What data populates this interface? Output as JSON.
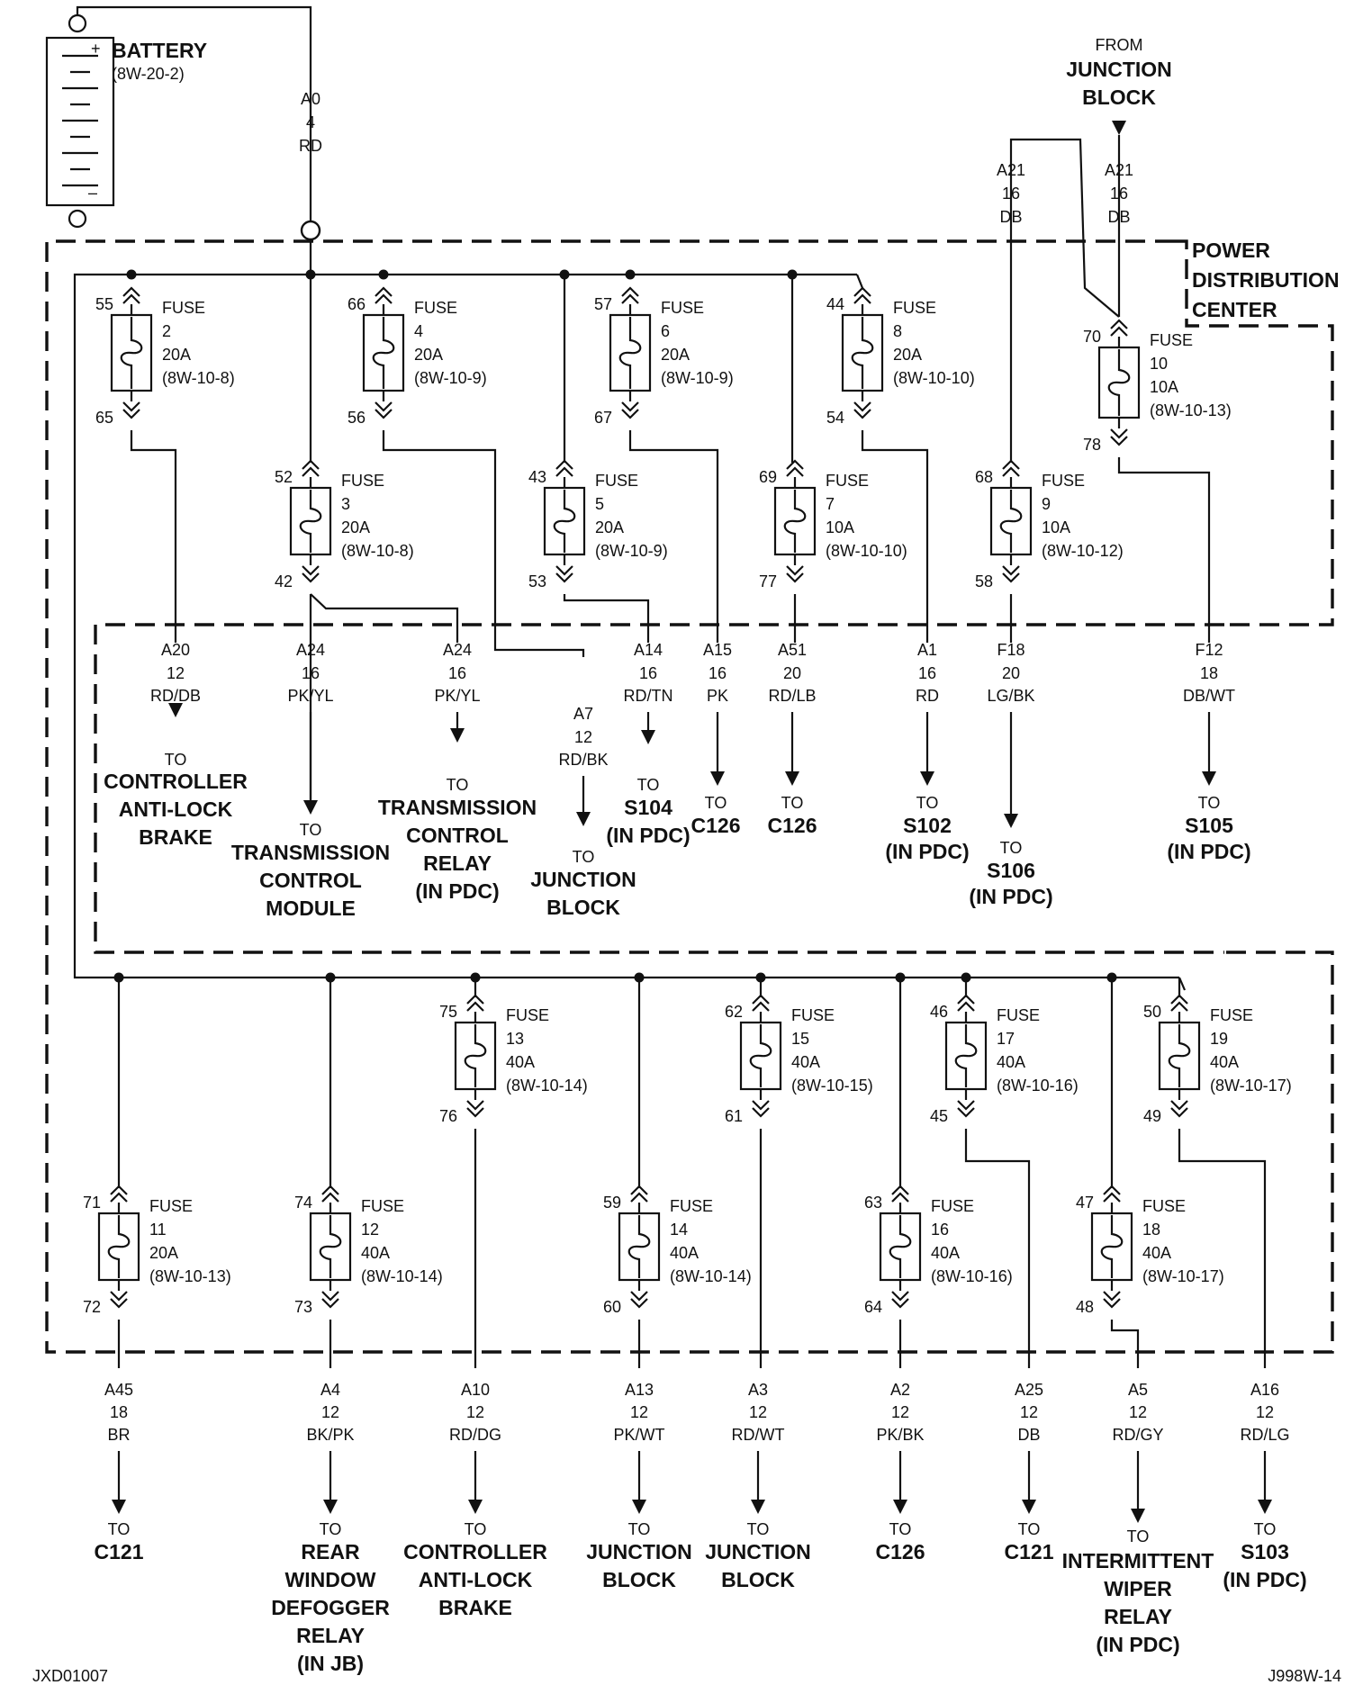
{
  "battery": {
    "title": "BATTERY",
    "ref": "(8W-20-2)",
    "plus": "+",
    "minus": "–"
  },
  "battery_wire": {
    "circuit": "A0",
    "gauge": "4",
    "color": "RD"
  },
  "pdc_label": [
    "POWER",
    "DISTRIBUTION",
    "CENTER"
  ],
  "from_jb": {
    "small": "FROM",
    "lines": [
      "JUNCTION",
      "BLOCK"
    ]
  },
  "feed_left": {
    "circuit": "A21",
    "gauge": "16",
    "color": "DB"
  },
  "feed_right": {
    "circuit": "A21",
    "gauge": "16",
    "color": "DB"
  },
  "fuses": [
    {
      "name": "FUSE",
      "num": "2",
      "amp": "20A",
      "ref": "(8W-10-8)",
      "top": "55",
      "bot": "65"
    },
    {
      "name": "FUSE",
      "num": "3",
      "amp": "20A",
      "ref": "(8W-10-8)",
      "top": "52",
      "bot": "42"
    },
    {
      "name": "FUSE",
      "num": "4",
      "amp": "20A",
      "ref": "(8W-10-9)",
      "top": "66",
      "bot": "56"
    },
    {
      "name": "FUSE",
      "num": "5",
      "amp": "20A",
      "ref": "(8W-10-9)",
      "top": "43",
      "bot": "53"
    },
    {
      "name": "FUSE",
      "num": "6",
      "amp": "20A",
      "ref": "(8W-10-9)",
      "top": "57",
      "bot": "67"
    },
    {
      "name": "FUSE",
      "num": "7",
      "amp": "10A",
      "ref": "(8W-10-10)",
      "top": "69",
      "bot": "77"
    },
    {
      "name": "FUSE",
      "num": "8",
      "amp": "20A",
      "ref": "(8W-10-10)",
      "top": "44",
      "bot": "54"
    },
    {
      "name": "FUSE",
      "num": "9",
      "amp": "10A",
      "ref": "(8W-10-12)",
      "top": "68",
      "bot": "58"
    },
    {
      "name": "FUSE",
      "num": "10",
      "amp": "10A",
      "ref": "(8W-10-13)",
      "top": "70",
      "bot": "78"
    },
    {
      "name": "FUSE",
      "num": "11",
      "amp": "20A",
      "ref": "(8W-10-13)",
      "top": "71",
      "bot": "72"
    },
    {
      "name": "FUSE",
      "num": "12",
      "amp": "40A",
      "ref": "(8W-10-14)",
      "top": "74",
      "bot": "73"
    },
    {
      "name": "FUSE",
      "num": "13",
      "amp": "40A",
      "ref": "(8W-10-14)",
      "top": "75",
      "bot": "76"
    },
    {
      "name": "FUSE",
      "num": "14",
      "amp": "40A",
      "ref": "(8W-10-14)",
      "top": "59",
      "bot": "60"
    },
    {
      "name": "FUSE",
      "num": "15",
      "amp": "40A",
      "ref": "(8W-10-15)",
      "top": "62",
      "bot": "61"
    },
    {
      "name": "FUSE",
      "num": "16",
      "amp": "40A",
      "ref": "(8W-10-16)",
      "top": "63",
      "bot": "64"
    },
    {
      "name": "FUSE",
      "num": "17",
      "amp": "40A",
      "ref": "(8W-10-16)",
      "top": "46",
      "bot": "45"
    },
    {
      "name": "FUSE",
      "num": "18",
      "amp": "40A",
      "ref": "(8W-10-17)",
      "top": "47",
      "bot": "48"
    },
    {
      "name": "FUSE",
      "num": "19",
      "amp": "40A",
      "ref": "(8W-10-17)",
      "top": "50",
      "bot": "49"
    }
  ],
  "outputs": [
    {
      "circuit": "A20",
      "gauge": "12",
      "color": "RD/DB",
      "to": "TO",
      "dest": [
        "CONTROLLER",
        "ANTI-LOCK",
        "BRAKE"
      ]
    },
    {
      "circuit": "A24",
      "gauge": "16",
      "color": "PK/YL",
      "to": "TO",
      "dest": [
        "TRANSMISSION",
        "CONTROL",
        "MODULE"
      ]
    },
    {
      "circuit": "A24",
      "gauge": "16",
      "color": "PK/YL",
      "to": "TO",
      "dest": [
        "TRANSMISSION",
        "CONTROL",
        "RELAY",
        "(IN PDC)"
      ]
    },
    {
      "circuit": "A7",
      "gauge": "12",
      "color": "RD/BK",
      "to": "TO",
      "dest": [
        "JUNCTION",
        "BLOCK"
      ]
    },
    {
      "circuit": "A14",
      "gauge": "16",
      "color": "RD/TN",
      "to": "TO",
      "dest": [
        "S104",
        "(IN PDC)"
      ]
    },
    {
      "circuit": "A15",
      "gauge": "16",
      "color": "PK",
      "to": "TO",
      "dest": [
        "C126"
      ]
    },
    {
      "circuit": "A51",
      "gauge": "20",
      "color": "RD/LB",
      "to": "TO",
      "dest": [
        "C126"
      ]
    },
    {
      "circuit": "A1",
      "gauge": "16",
      "color": "RD",
      "to": "TO",
      "dest": [
        "S102",
        "(IN PDC)"
      ]
    },
    {
      "circuit": "F18",
      "gauge": "20",
      "color": "LG/BK",
      "to": "TO",
      "dest": [
        "S106",
        "(IN PDC)"
      ]
    },
    {
      "circuit": "F12",
      "gauge": "18",
      "color": "DB/WT",
      "to": "TO",
      "dest": [
        "S105",
        "(IN PDC)"
      ]
    },
    {
      "circuit": "A45",
      "gauge": "18",
      "color": "BR",
      "to": "TO",
      "dest": [
        "C121"
      ]
    },
    {
      "circuit": "A4",
      "gauge": "12",
      "color": "BK/PK",
      "to": "TO",
      "dest": [
        "REAR",
        "WINDOW",
        "DEFOGGER",
        "RELAY",
        "(IN JB)"
      ]
    },
    {
      "circuit": "A10",
      "gauge": "12",
      "color": "RD/DG",
      "to": "TO",
      "dest": [
        "CONTROLLER",
        "ANTI-LOCK",
        "BRAKE"
      ]
    },
    {
      "circuit": "A13",
      "gauge": "12",
      "color": "PK/WT",
      "to": "TO",
      "dest": [
        "JUNCTION",
        "BLOCK"
      ]
    },
    {
      "circuit": "A3",
      "gauge": "12",
      "color": "RD/WT",
      "to": "TO",
      "dest": [
        "JUNCTION",
        "BLOCK"
      ]
    },
    {
      "circuit": "A2",
      "gauge": "12",
      "color": "PK/BK",
      "to": "TO",
      "dest": [
        "C126"
      ]
    },
    {
      "circuit": "A25",
      "gauge": "12",
      "color": "DB",
      "to": "TO",
      "dest": [
        "C121"
      ]
    },
    {
      "circuit": "A5",
      "gauge": "12",
      "color": "RD/GY",
      "to": "TO",
      "dest": [
        "INTERMITTENT",
        "WIPER",
        "RELAY",
        "(IN PDC)"
      ]
    },
    {
      "circuit": "A16",
      "gauge": "12",
      "color": "RD/LG",
      "to": "TO",
      "dest": [
        "S103",
        "(IN PDC)"
      ]
    }
  ],
  "footer": {
    "left": "JXD01007",
    "right": "J998W-14"
  }
}
